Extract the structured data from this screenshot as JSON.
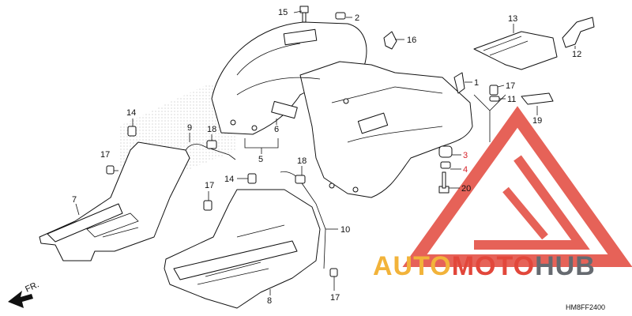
{
  "diagram": {
    "part_code": "HM8FF2400",
    "direction_label": "FR.",
    "callouts": [
      {
        "id": "c15",
        "label": "15"
      },
      {
        "id": "c2",
        "label": "2"
      },
      {
        "id": "c16",
        "label": "16"
      },
      {
        "id": "c13",
        "label": "13"
      },
      {
        "id": "c12",
        "label": "12"
      },
      {
        "id": "c1",
        "label": "1"
      },
      {
        "id": "c17a",
        "label": "17"
      },
      {
        "id": "c11",
        "label": "11"
      },
      {
        "id": "c19",
        "label": "19"
      },
      {
        "id": "c14a",
        "label": "14"
      },
      {
        "id": "c9",
        "label": "9"
      },
      {
        "id": "c18a",
        "label": "18"
      },
      {
        "id": "c6",
        "label": "6"
      },
      {
        "id": "c5",
        "label": "5"
      },
      {
        "id": "c3",
        "label": "3"
      },
      {
        "id": "c4",
        "label": "4"
      },
      {
        "id": "c20",
        "label": "20"
      },
      {
        "id": "c17b",
        "label": "17"
      },
      {
        "id": "c14b",
        "label": "14"
      },
      {
        "id": "c18b",
        "label": "18"
      },
      {
        "id": "c7",
        "label": "7"
      },
      {
        "id": "c17c",
        "label": "17"
      },
      {
        "id": "c10",
        "label": "10"
      },
      {
        "id": "c8",
        "label": "8"
      },
      {
        "id": "c17d",
        "label": "17"
      }
    ]
  },
  "watermark": {
    "brand_part1": "AUTO",
    "brand_part2": "MOTO",
    "brand_part3": "HUB",
    "logo_color": "#e2473b",
    "accent_color": "#f2b33a",
    "gray_color": "#666a70"
  }
}
